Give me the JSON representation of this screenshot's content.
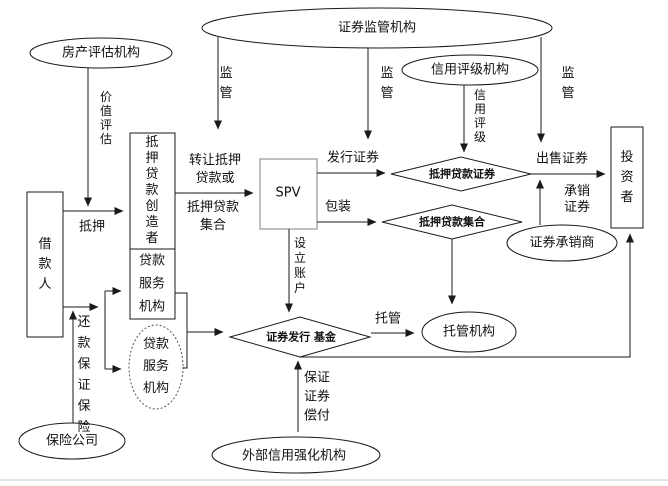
{
  "nodes": {
    "regulator": "证券监管机构",
    "appraisal": "房产评估机构",
    "rating": "信用评级机构",
    "underwriter": "证券承销商",
    "custodian": "托管机构",
    "insurance": "保险公司",
    "enhancer": "外部信用强化机构",
    "borrower": "借\n款\n人",
    "originator": "抵\n押\n贷\n款\n创\n造\n者",
    "servicer": "贷款\n服务\n机构",
    "servicer_alt": "贷款\n服务\n机构",
    "spv": "SPV",
    "investor": "投\n资\n者",
    "mbs_diamond": "抵押贷款证券",
    "pool_diamond": "抵押贷款集合",
    "fund_diamond": "证券发行 基金"
  },
  "edge_labels": {
    "supervise_left": "监\n管",
    "supervise_mid": "监\n管",
    "supervise_right": "监\n管",
    "value_appraisal": "价\n值\n评\n估",
    "credit_rating": "信\n用\n评\n级",
    "mortgage": "抵押",
    "transfer_mortgage": "转让抵押\n贷款或",
    "transfer_pool": "抵押贷款\n集合",
    "issue_securities": "发行证券",
    "package": "包装",
    "setup_account": "设\n立\n账\n户",
    "sell_securities": "出售证券",
    "underwrite_securities": "承销\n证券",
    "custody": "托管",
    "guarantee_repayment": "保证\n证券\n偿付",
    "repayment_insurance": "还\n款\n保\n证\n保\n险"
  },
  "colors": {
    "stroke": "#1a1a1a",
    "spv_stroke": "#808080",
    "page_edge": "#c8c8c8"
  }
}
